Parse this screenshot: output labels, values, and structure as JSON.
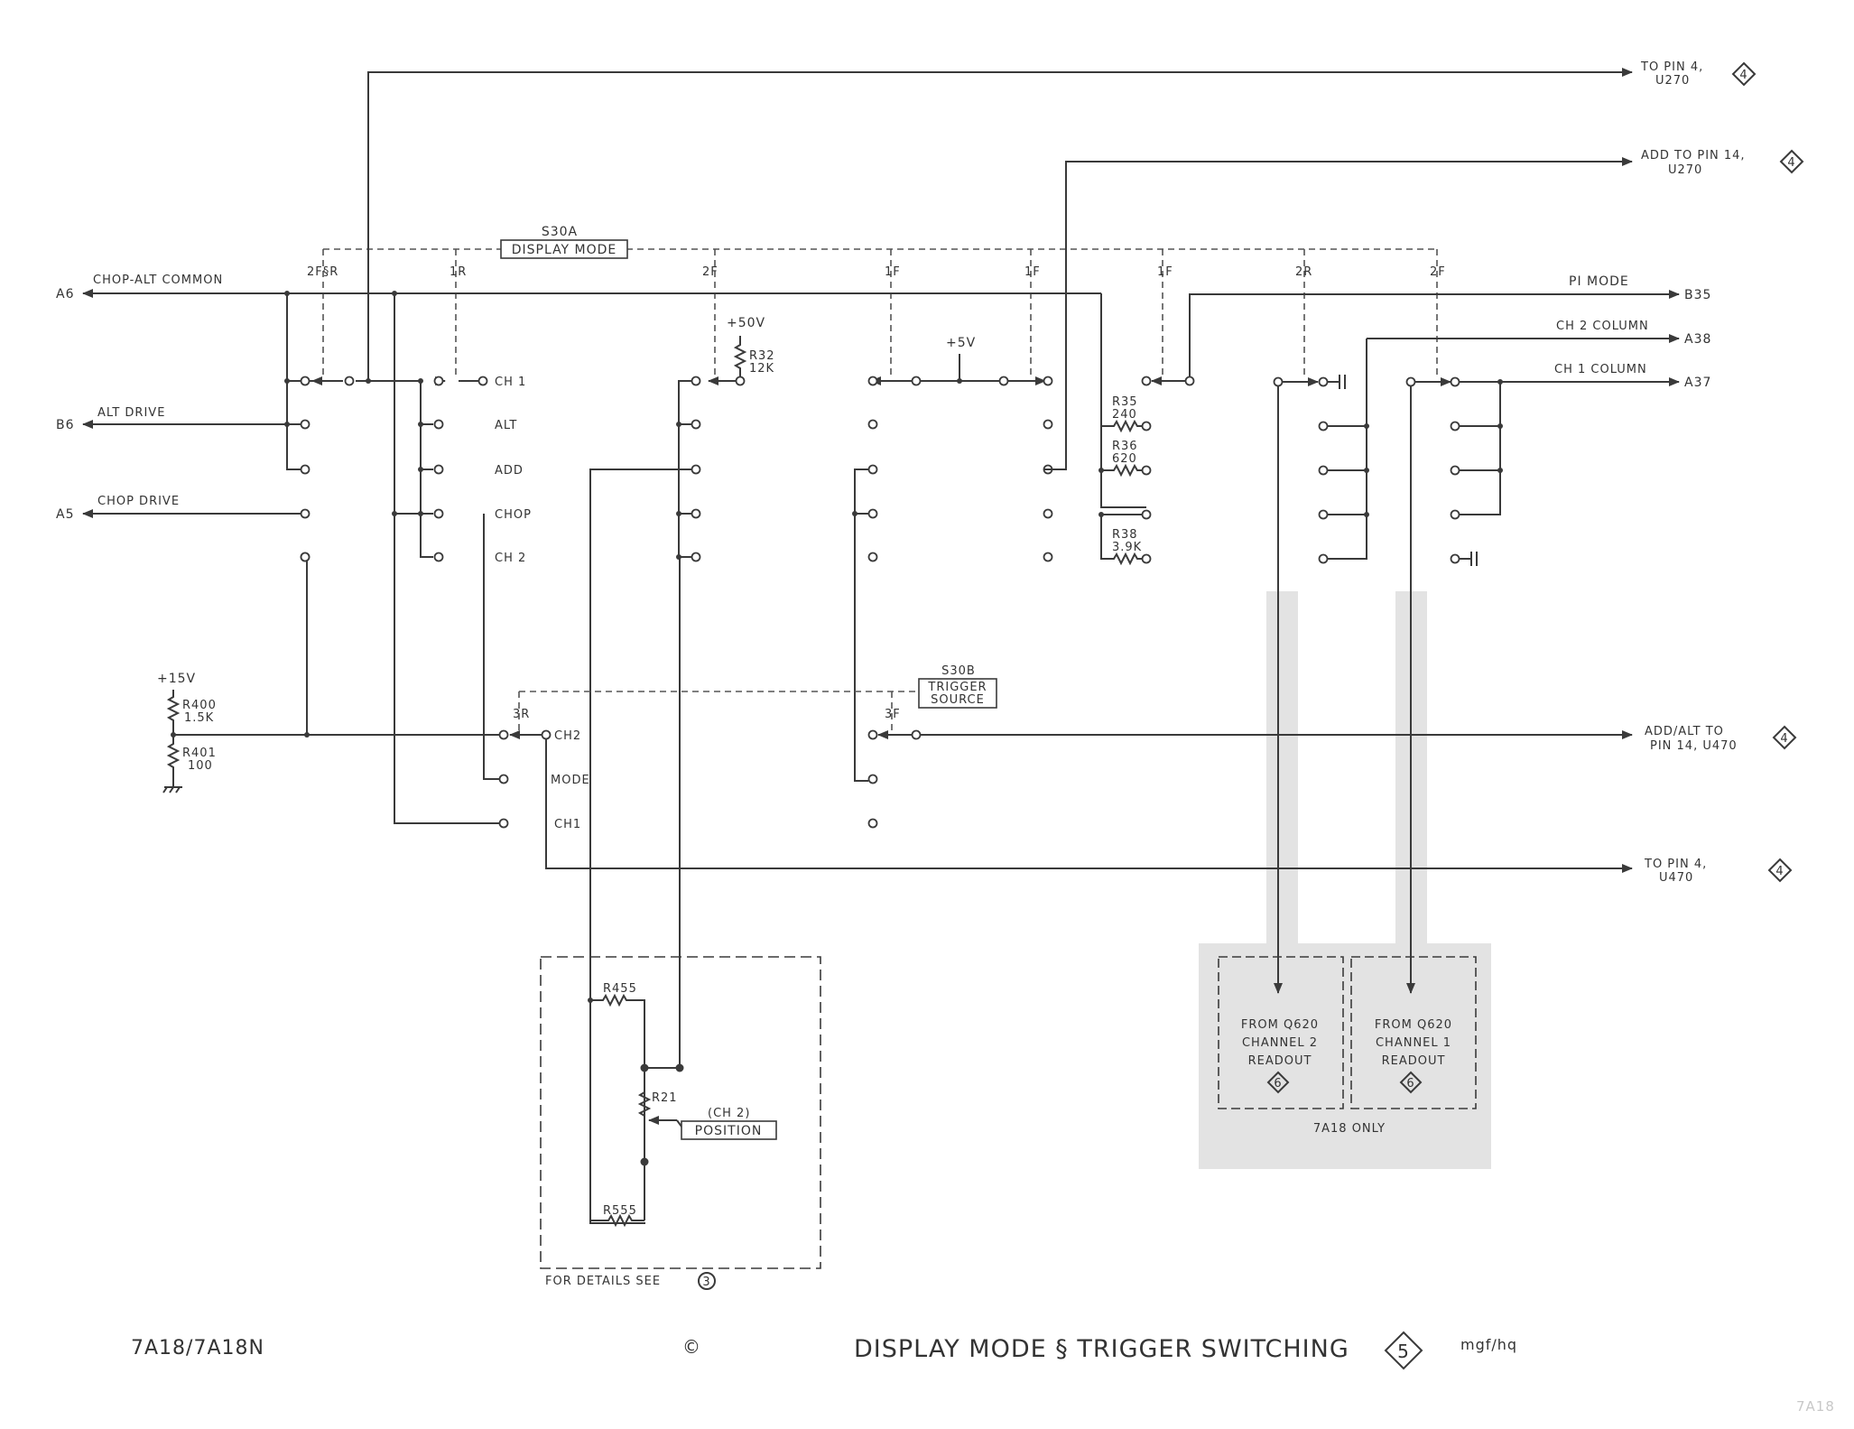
{
  "switch_a": {
    "ref": "S30A",
    "name": "DISPLAY MODE"
  },
  "switch_b": {
    "ref": "S30B",
    "name_line1": "TRIGGER",
    "name_line2": "SOURCE"
  },
  "wafer_labels": [
    "2F§R",
    "1R",
    "2F",
    "1F",
    "1F",
    "1F",
    "2R",
    "2F",
    "3R",
    "3F"
  ],
  "positions": [
    "CH 1",
    "ALT",
    "ADD",
    "CHOP",
    "CH 2"
  ],
  "trigger_positions": [
    "CH2",
    "MODE",
    "CH1"
  ],
  "left_connections": [
    {
      "pin": "A6",
      "label": "CHOP-ALT COMMON"
    },
    {
      "pin": "B6",
      "label": "ALT  DRIVE"
    },
    {
      "pin": "A5",
      "label": "CHOP  DRIVE"
    }
  ],
  "right_connections": [
    {
      "label": "PI MODE",
      "pin": "B35"
    },
    {
      "label": "CH 2 COLUMN",
      "pin": "A38"
    },
    {
      "label": "CH 1 COLUMN",
      "pin": "A37"
    }
  ],
  "off_sheet": [
    {
      "line1": "TO  PIN 4,",
      "line2": "U270",
      "ref": "4"
    },
    {
      "line1": "ADD  TO  PIN 14,",
      "line2": "U270",
      "ref": "4"
    },
    {
      "line1": "ADD/ALT  TO",
      "line2": "PIN  14,  U470",
      "ref": "4"
    },
    {
      "line1": "TO  PIN 4,",
      "line2": "U470",
      "ref": "4"
    }
  ],
  "supplies": {
    "v50": "+50V",
    "v5": "+5V",
    "v15": "+15V"
  },
  "resistors": {
    "r32": {
      "ref": "R32",
      "value": "12K"
    },
    "r35": {
      "ref": "R35",
      "value": "240"
    },
    "r36": {
      "ref": "R36",
      "value": "620"
    },
    "r38": {
      "ref": "R38",
      "value": "3.9K"
    },
    "r400": {
      "ref": "R400",
      "value": "1.5K"
    },
    "r401": {
      "ref": "R401",
      "value": "100"
    },
    "r455": {
      "ref": "R455"
    },
    "r555": {
      "ref": "R555"
    },
    "r21": {
      "ref": "R21"
    }
  },
  "position_control": {
    "channel": "(CH 2)",
    "label": "POSITION",
    "details": "FOR DETAILS SEE",
    "details_ref": "3"
  },
  "readout": {
    "ch2": {
      "line1": "FROM  Q620",
      "line2": "CHANNEL  2",
      "line3": "READOUT",
      "ref": "6"
    },
    "ch1": {
      "line1": "FROM  Q620",
      "line2": "CHANNEL  1",
      "line3": "READOUT",
      "ref": "6"
    },
    "note": "7A18 ONLY"
  },
  "footer": {
    "model": "7A18/7A18N",
    "copyright": "©",
    "title": "DISPLAY  MODE § TRIGGER  SWITCHING",
    "diagram_number": "5",
    "initials": "mgf/hq",
    "page_tag": "7A18"
  },
  "colors": {
    "ink": "#3a3a3a",
    "shade": "#e3e3e3",
    "paper": "#ffffff"
  }
}
